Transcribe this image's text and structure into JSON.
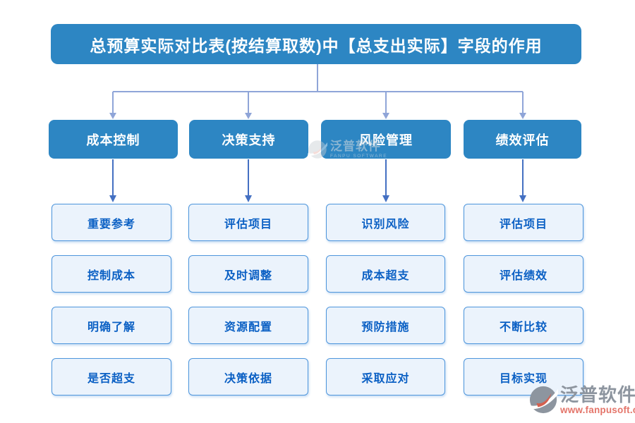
{
  "title": "总预算实际对比表(按结算取数)中【总支出实际】字段的作用",
  "branches": [
    {
      "label": "成本控制",
      "children": [
        "重要参考",
        "控制成本",
        "明确了解",
        "是否超支"
      ]
    },
    {
      "label": "决策支持",
      "children": [
        "评估项目",
        "及时调整",
        "资源配置",
        "决策依据"
      ]
    },
    {
      "label": "风险管理",
      "children": [
        "识别风险",
        "成本超支",
        "预防措施",
        "采取应对"
      ]
    },
    {
      "label": "绩效评估",
      "children": [
        "评估项目",
        "评估绩效",
        "不断比较",
        "目标实现"
      ]
    }
  ],
  "watermark_center": {
    "name": "泛普软件",
    "subtitle": "FANPU SOFTWARE"
  },
  "watermark_footer": {
    "name": "泛普软件",
    "url": "www.fanpusoft.com"
  },
  "colors": {
    "node_blue": "#2d86c3",
    "leaf_fill": "#ebf3fc",
    "leaf_border": "#4e96dc",
    "leaf_text": "#0b60c4",
    "connector_light": "#8fa5d8",
    "connector_dark": "#4470c2",
    "watermark_gray": "#8d959f",
    "watermark_red": "#e4756a"
  }
}
